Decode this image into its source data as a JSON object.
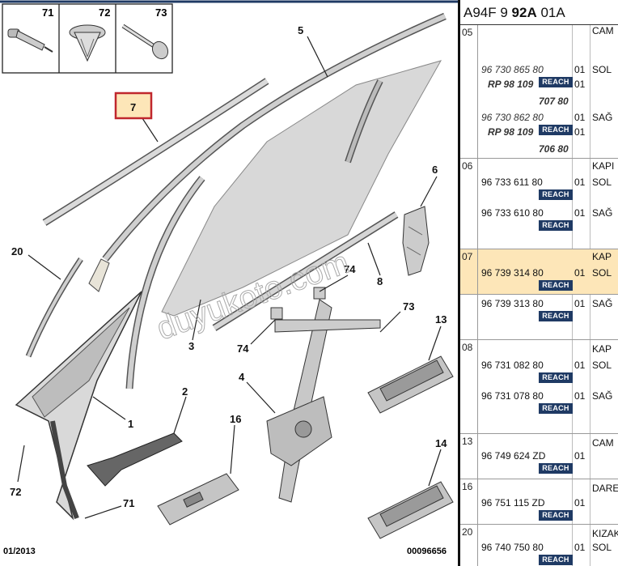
{
  "header": {
    "prefix": "A94F 9",
    "code_bold": "92A",
    "suffix": "01A"
  },
  "diagram": {
    "date": "01/2013",
    "ref": "00096656",
    "watermark": "duyukoto.com",
    "callouts": [
      "71",
      "72",
      "73",
      "5",
      "7",
      "6",
      "20",
      "74",
      "8",
      "73",
      "3",
      "74",
      "13",
      "4",
      "2",
      "1",
      "16",
      "14",
      "72",
      "71"
    ]
  },
  "reach_label": "REACH",
  "rows": [
    {
      "idx": "05",
      "entries": [
        {
          "pn": "96 730 865 80",
          "alt": "RP 98 109",
          "alt2": "707 80",
          "qty": "01",
          "qty2": "01",
          "side": "SOL",
          "desc": "CAM"
        },
        {
          "pn": "96 730 862 80",
          "alt": "RP 98 109",
          "alt2": "706 80",
          "qty": "01",
          "qty2": "01",
          "side": "SAĞ"
        }
      ]
    },
    {
      "idx": "06",
      "desc": "KAPI",
      "entries": [
        {
          "pn": "96 733 611 80",
          "qty": "01",
          "side": "SOL"
        },
        {
          "pn": "96 733 610 80",
          "qty": "01",
          "side": "SAĞ"
        }
      ]
    },
    {
      "idx": "07",
      "desc": "KAP",
      "entries": [
        {
          "pn": "96 739 314 80",
          "qty": "01",
          "side": "SOL"
        },
        {
          "pn": "96 739 313 80",
          "qty": "01",
          "side": "SAĞ"
        }
      ]
    },
    {
      "idx": "08",
      "desc": "KAP",
      "entries": [
        {
          "pn": "96 731 082 80",
          "qty": "01",
          "side": "SOL"
        },
        {
          "pn": "96 731 078 80",
          "qty": "01",
          "side": "SAĞ"
        }
      ]
    },
    {
      "idx": "13",
      "desc": "CAM",
      "entries": [
        {
          "pn": "96 749 624 ZD",
          "qty": "01"
        }
      ]
    },
    {
      "idx": "16",
      "desc": "DARE",
      "entries": [
        {
          "pn": "96 751 115 ZD",
          "qty": "01"
        }
      ]
    },
    {
      "idx": "20",
      "desc": "KIZAK",
      "entries": [
        {
          "pn": "96 740 750 80",
          "qty": "01",
          "side": "SOL"
        }
      ]
    }
  ]
}
